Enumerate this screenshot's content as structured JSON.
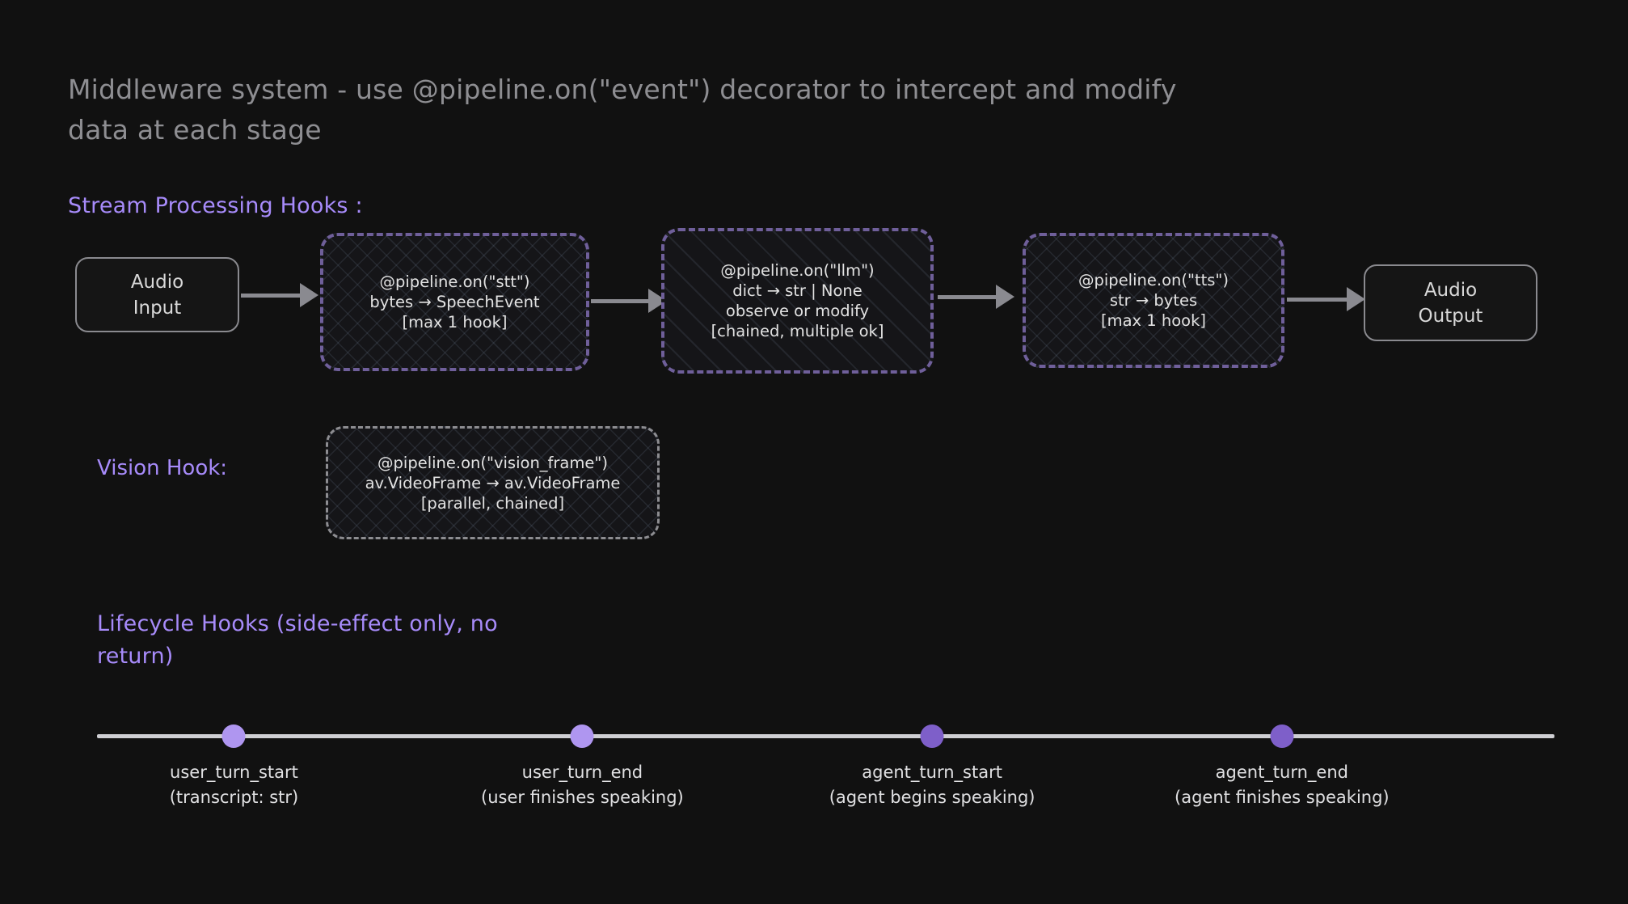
{
  "page": {
    "background_color": "#111111",
    "title": "Middleware system  -  use @pipeline.on(\"event\") decorator to intercept and modify data at each stage",
    "accent_color": "#a78bfa",
    "title_color": "#8e8e92"
  },
  "sections": {
    "stream_heading": "Stream Processing Hooks :",
    "vision_label": "Vision Hook:",
    "lifecycle_heading": "Lifecycle Hooks  (side-effect only, no return)"
  },
  "pipeline": {
    "audio_input": {
      "line1": "Audio",
      "line2": "Input"
    },
    "audio_output": {
      "line1": "Audio",
      "line2": "Output"
    },
    "hooks": [
      {
        "id": "stt",
        "decorator": "@pipeline.on(\"stt\")",
        "signature": "bytes → SpeechEvent",
        "note": "[max 1 hook]",
        "border_color": "#6f5f9a",
        "fill_pattern": "crosshatch"
      },
      {
        "id": "llm",
        "decorator": "@pipeline.on(\"llm\")",
        "signature": "dict → str | None",
        "behavior": "observe or modify",
        "note": "[chained, multiple ok]",
        "border_color": "#6f5f9a",
        "fill_pattern": "diagonal"
      },
      {
        "id": "tts",
        "decorator": "@pipeline.on(\"tts\")",
        "signature": "str → bytes",
        "note": "[max 1 hook]",
        "border_color": "#6f5f9a",
        "fill_pattern": "crosshatch"
      }
    ],
    "arrow_color": "#8a8a90"
  },
  "vision_hook": {
    "decorator": "@pipeline.on(\"vision_frame\")",
    "signature": "av.VideoFrame → av.VideoFrame",
    "note": "[parallel, chained]",
    "border_color": "#8d8d91",
    "fill_pattern": "crosshatch"
  },
  "timeline": {
    "line_color": "#cfcfd3",
    "events": [
      {
        "name": "user_turn_start",
        "detail": "(transcript: str)",
        "dot_color": "#af96f0",
        "x_pct": 9.4
      },
      {
        "name": "user_turn_end",
        "detail": "(user finishes speaking)",
        "dot_color": "#af96f0",
        "x_pct": 33.3
      },
      {
        "name": "agent_turn_start",
        "detail": "(agent begins speaking)",
        "dot_color": "#7e5fc9",
        "x_pct": 57.3
      },
      {
        "name": "agent_turn_end",
        "detail": "(agent finishes speaking)",
        "dot_color": "#7e5fc9",
        "x_pct": 81.3
      }
    ]
  }
}
